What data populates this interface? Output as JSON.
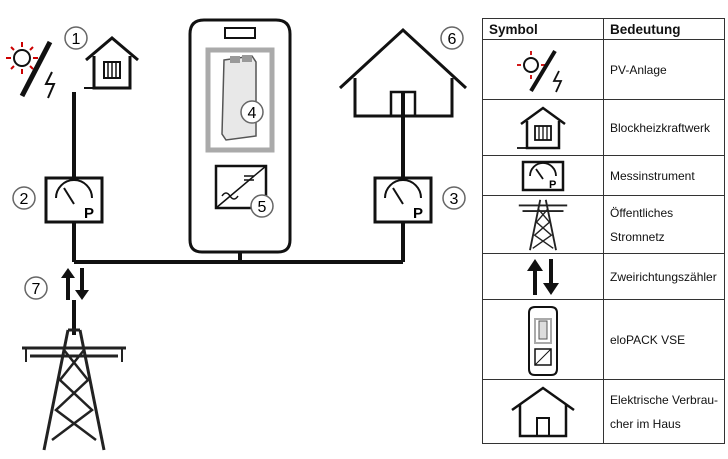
{
  "diagram": {
    "labels": [
      "1",
      "2",
      "3",
      "4",
      "5",
      "6",
      "7"
    ],
    "meter_letter": "P"
  },
  "legend": {
    "header_symbol": "Symbol",
    "header_meaning": "Bedeutung",
    "rows": [
      {
        "icon": "pv-panel-icon",
        "text": "PV-Anlage"
      },
      {
        "icon": "chp-house-icon",
        "text": "Blockheizkraftwerk"
      },
      {
        "icon": "meter-icon",
        "text": "Messinstrument"
      },
      {
        "icon": "pylon-icon",
        "text": "Öffentliches Stromnetz"
      },
      {
        "icon": "bidirectional-arrows-icon",
        "text": "Zweirichtungszähler"
      },
      {
        "icon": "battery-unit-icon",
        "text": "eloPACK VSE"
      },
      {
        "icon": "house-icon",
        "text": "Elektrische Verbrau-cher im Haus",
        "lines": [
          "Elektrische Verbrau-",
          "cher im Haus"
        ]
      }
    ]
  }
}
